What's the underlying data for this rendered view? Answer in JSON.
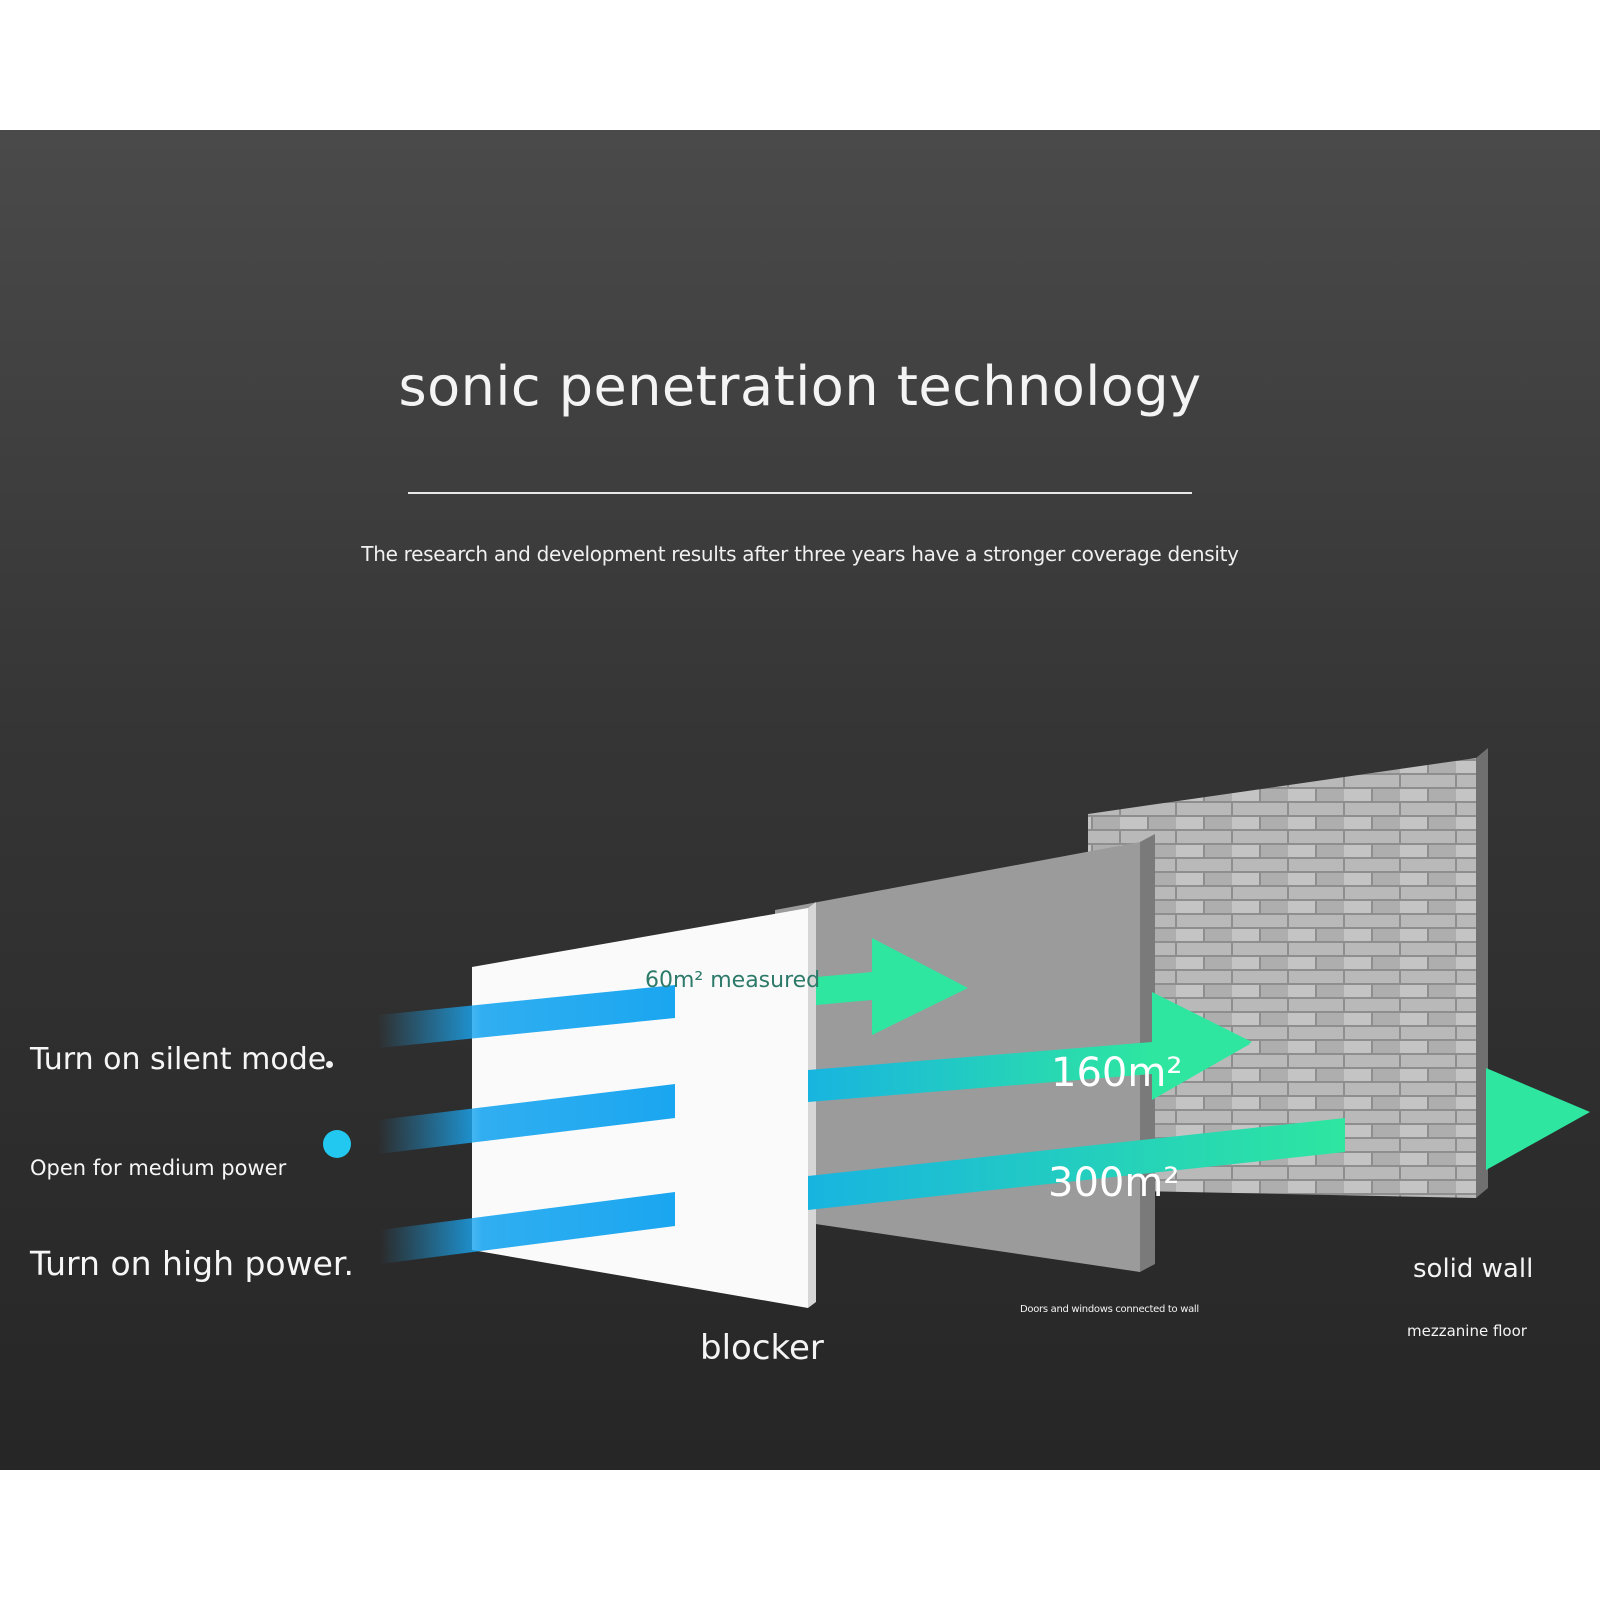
{
  "title": "sonic penetration technology",
  "subtitle": "The research and development results after three years have a stronger coverage density",
  "modes": {
    "silent": "Turn on silent mode",
    "medium": "Open for medium power",
    "high": "Turn on high power."
  },
  "coverage": {
    "blocker": "60m² measured",
    "doors": "160m²",
    "wall": "300m²"
  },
  "obstacles": {
    "blocker": "blocker",
    "doors": "Doors and windows connected to wall",
    "solid_wall": "solid wall",
    "floor": "mezzanine floor"
  },
  "colors": {
    "beam_blue": "#1aa6f0",
    "beam_green": "#2ee6a0",
    "medium_dot": "#22c8f0",
    "label_green": "#2d7a6a"
  }
}
